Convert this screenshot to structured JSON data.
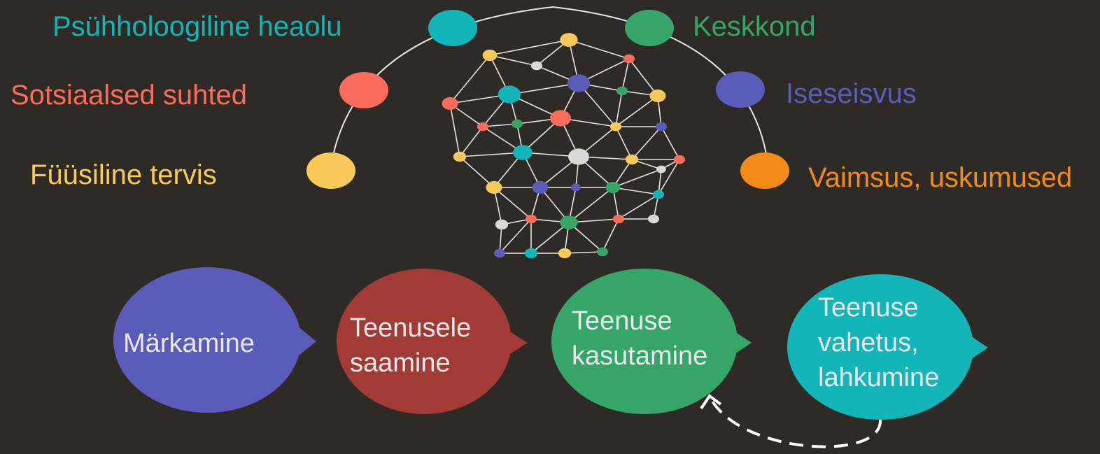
{
  "categories": [
    {
      "key": "psych",
      "label": "Psühholoogiline heaolu",
      "color": "#12b5b8"
    },
    {
      "key": "env",
      "label": "Keskkond",
      "color": "#36a668"
    },
    {
      "key": "social",
      "label": "Sotsiaalsed suhted",
      "color": "#fc6c5a"
    },
    {
      "key": "indep",
      "label": "Iseseisvus",
      "color": "#5b5cba"
    },
    {
      "key": "phys",
      "label": "Füüsiline tervis",
      "color": "#f9c95a"
    },
    {
      "key": "spirit",
      "label": "Vaimsus, uskumused",
      "color": "#f28b17"
    }
  ],
  "steps": [
    {
      "key": "notice",
      "lines": [
        "Märkamine"
      ],
      "color": "#5b5cba"
    },
    {
      "key": "access",
      "lines": [
        "Teenusele",
        "saamine"
      ],
      "color": "#a23b36"
    },
    {
      "key": "use",
      "lines": [
        "Teenuse",
        "kasutamine"
      ],
      "color": "#36a668"
    },
    {
      "key": "change",
      "lines": [
        "Teenuse",
        "vahetus,",
        "lahkumine"
      ],
      "color": "#12b5b8"
    }
  ],
  "colors": {
    "background": "#2e2a25",
    "lines": "#e6e6e6",
    "text": "#e8e8e8",
    "node_grey": "#d9d9d9"
  }
}
